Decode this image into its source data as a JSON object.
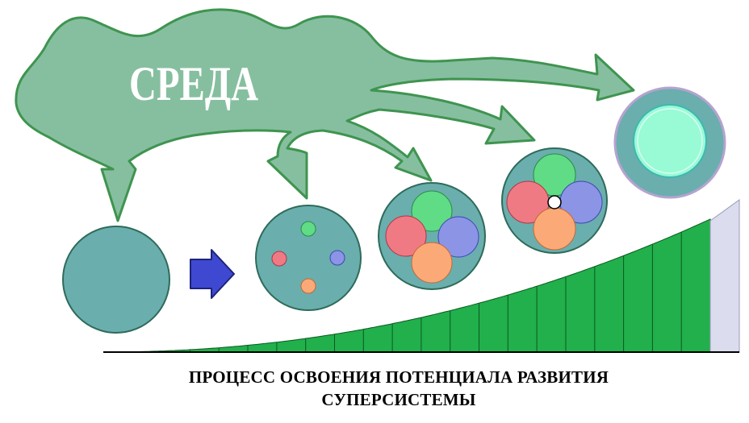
{
  "environment_label": "СРЕДА",
  "caption": {
    "line1": "ПРОЦЕСС ОСВОЕНИЯ ПОТЕНЦИАЛА РАЗВИТИЯ",
    "line2": "СУПЕРСИСТЕМЫ"
  },
  "colors": {
    "cloud_fill": "#86bf9f",
    "cloud_stroke": "#3f9450",
    "system_fill": "#6aaeae",
    "system_stroke": "#2e6b5a",
    "element_green": "#5fdc85",
    "element_red": "#f07a84",
    "element_blue": "#8c94e6",
    "element_orange": "#fca978",
    "curve_fill": "#21b04b",
    "curve_tail": "#dcdcef",
    "arrow_blue": "#3f48d0",
    "inner_core": "#99fad6"
  },
  "stages": [
    {
      "name": "empty-system"
    },
    {
      "name": "separate-elements"
    },
    {
      "name": "grown-elements"
    },
    {
      "name": "merged-elements"
    },
    {
      "name": "integrated-system"
    }
  ]
}
